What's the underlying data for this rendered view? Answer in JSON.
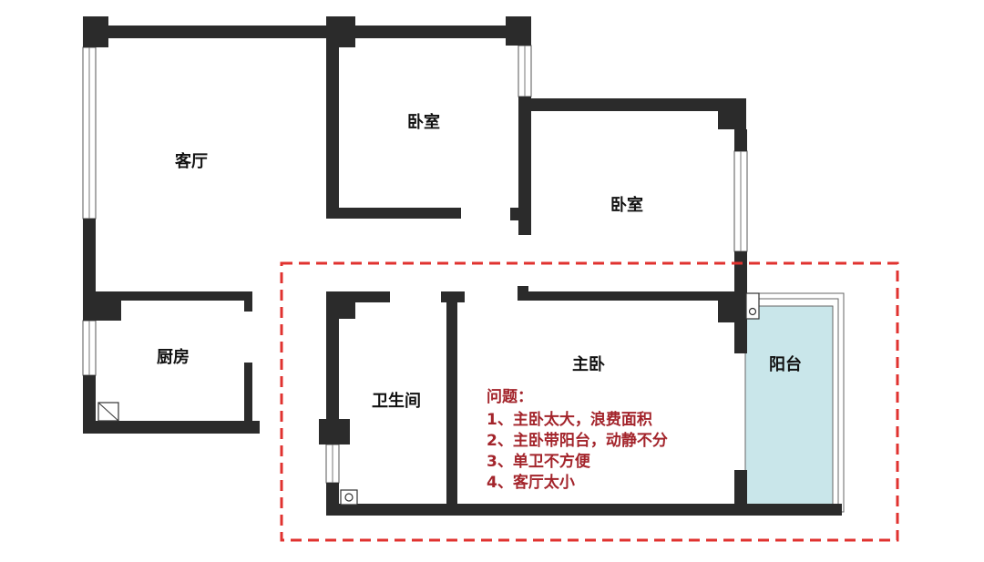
{
  "rooms": {
    "living_room": "客厅",
    "bedroom_top": "卧室",
    "bedroom_right": "卧室",
    "kitchen": "厨房",
    "bathroom": "卫生间",
    "master_bedroom": "主卧",
    "balcony": "阳台"
  },
  "notes": {
    "title": "问题：",
    "items": [
      "1、主卧太大，浪费面积",
      "2、主卧带阳台，动静不分",
      "3、单卫不方便",
      "4、客厅太小"
    ]
  },
  "colors": {
    "wall": "#2b2b2b",
    "balcony_fill": "#c9e6ea",
    "note_text": "#a3242b",
    "highlight_dash": "#e0322f"
  }
}
